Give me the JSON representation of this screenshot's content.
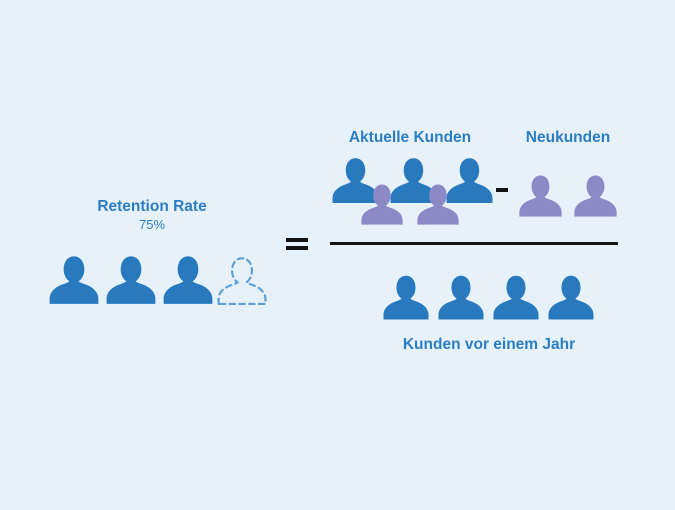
{
  "colors": {
    "background": "#E6F1F9",
    "person_blue": "#2979BE",
    "person_purple": "#8C8AC6",
    "dashed_person_blue": "#5FA0D6",
    "text_blue": "#2C7EC2",
    "operator_black": "#131313"
  },
  "retention": {
    "title": "Retention Rate",
    "value": "75%",
    "people_solid_count": 3,
    "people_dashed_count": 1
  },
  "formula": {
    "equals_sign": "=",
    "minus_sign": "-",
    "numerator": {
      "current_customers": {
        "label": "Aktuelle Kunden",
        "blue_count": 3,
        "purple_count": 2
      },
      "new_customers": {
        "label": "Neukunden",
        "purple_count": 2
      }
    },
    "denominator": {
      "label": "Kunden vor einem Jahr",
      "blue_count": 4
    }
  }
}
